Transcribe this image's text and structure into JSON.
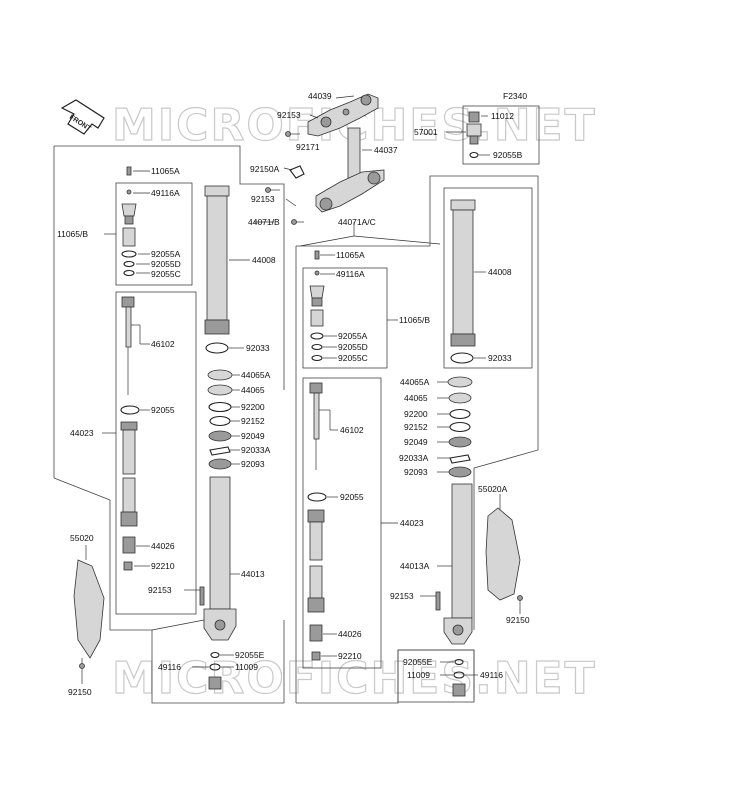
{
  "diagram_code": "F2340",
  "front_label": "FRONT",
  "watermark": "MICROFICHES.NET",
  "parts": {
    "p44039": "44039",
    "p92153_top": "92153",
    "p92171": "92171",
    "p44037": "44037",
    "p92150A": "92150A",
    "p92153_mid": "92153",
    "p11012": "11012",
    "p57001": "57001",
    "p92055B": "92055B",
    "p44071B": "44071/B",
    "p44071AC": "44071A/C",
    "L_11065A": "11065A",
    "L_49116A": "49116A",
    "L_11065B": "11065/B",
    "L_92055A": "92055A",
    "L_92055D": "92055D",
    "L_92055C": "92055C",
    "L_44008": "44008",
    "L_92033": "92033",
    "L_46102": "46102",
    "L_92055": "92055",
    "L_44023": "44023",
    "L_44065A": "44065A",
    "L_44065": "44065",
    "L_92200": "92200",
    "L_92152": "92152",
    "L_92049": "92049",
    "L_92033A": "92033A",
    "L_92093": "92093",
    "L_44026": "44026",
    "L_92210": "92210",
    "L_44013": "44013",
    "L_55020": "55020",
    "L_92153": "92153",
    "L_92055E": "92055E",
    "L_49116": "49116",
    "L_11009": "11009",
    "L_92150": "92150",
    "R_11065A": "11065A",
    "R_49116A": "49116A",
    "R_11065B": "11065/B",
    "R_92055A": "92055A",
    "R_92055D": "92055D",
    "R_92055C": "92055C",
    "R_44008": "44008",
    "R_92033": "92033",
    "R_46102": "46102",
    "R_92055": "92055",
    "R_44023": "44023",
    "R_44065A": "44065A",
    "R_44065": "44065",
    "R_92200": "92200",
    "R_92152": "92152",
    "R_92049": "92049",
    "R_92033A": "92033A",
    "R_92093": "92093",
    "R_44026": "44026",
    "R_92210": "92210",
    "R_55020A": "55020A",
    "R_44013A": "44013A",
    "R_92153": "92153",
    "R_92150": "92150",
    "R_92055E": "92055E",
    "R_11009": "11009",
    "R_49116": "49116"
  }
}
